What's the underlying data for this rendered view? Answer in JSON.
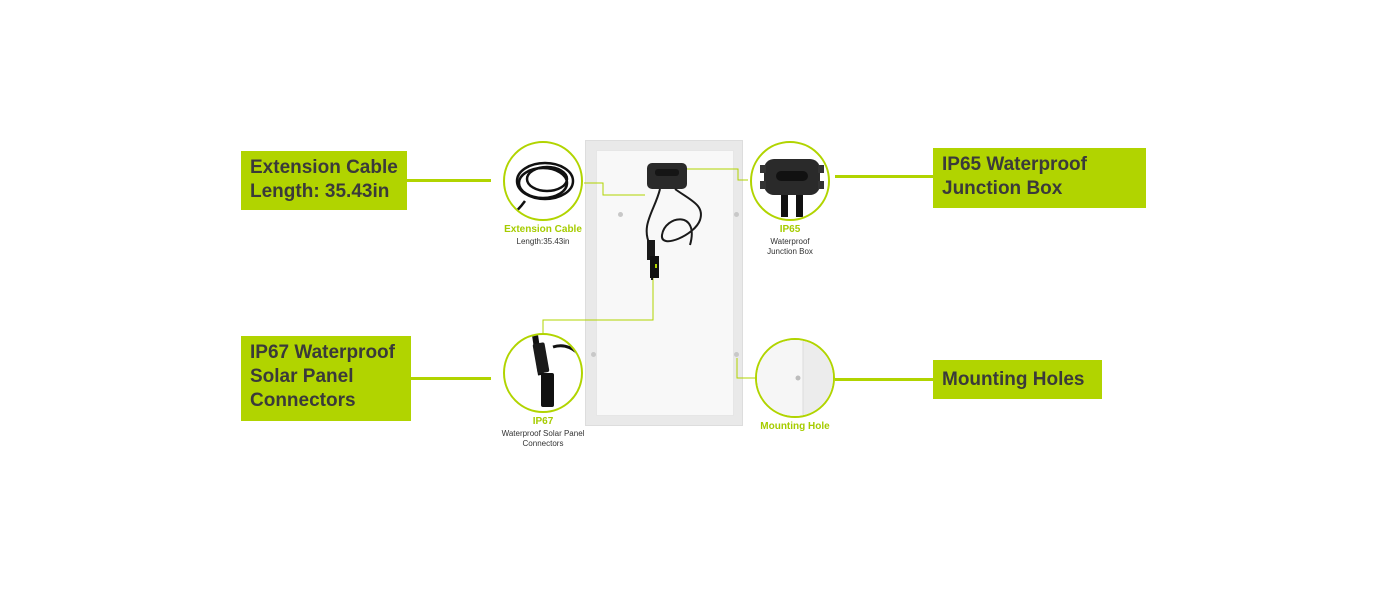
{
  "callouts": {
    "extension_cable": "Extension Cable\nLength: 35.43in",
    "junction_box": "IP65 Waterproof\nJunction Box",
    "connectors": "IP67 Waterproof\nSolar Panel\nConnectors",
    "mounting_holes": "Mounting Holes"
  },
  "captions": {
    "extension_cable_title": "Extension Cable",
    "extension_cable_sub": "Length:35.43in",
    "junction_box_title": "IP65",
    "junction_box_sub": "Waterproof\nJunction Box",
    "connectors_title": "IP67",
    "connectors_sub": "Waterproof Solar Panel\nConnectors",
    "mounting_hole_title": "Mounting Hole"
  },
  "colors": {
    "accent": "#b1d400",
    "caption_accent": "#a6cc00",
    "callout_text": "#3a3a3a"
  },
  "icons": {
    "panel": "solar-panel-back",
    "cable": "coiled-cable-icon",
    "junction": "junction-box-icon",
    "connector": "mc4-connector-icon",
    "hole": "mounting-hole-icon"
  }
}
